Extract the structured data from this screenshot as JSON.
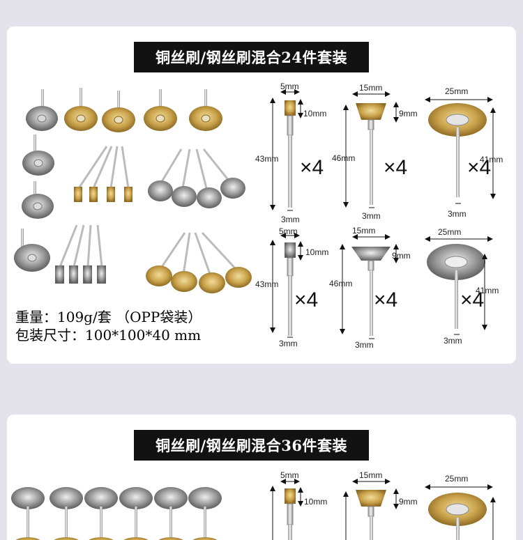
{
  "colors": {
    "page_bg": "#e4e2ea",
    "title_bg": "#121212",
    "brass": "#c9a24a",
    "steel": "#9a9a9a"
  },
  "kit1": {
    "title": "铜丝刷/钢丝刷混合24件套装",
    "spec_weight": "重量：109g/套 （OPP袋装）",
    "spec_size": "包装尺寸：100*100*40 mm",
    "diagrams": [
      {
        "width": "5mm",
        "head": "10mm",
        "length": "43mm",
        "shank": "3mm",
        "qty": "×4"
      },
      {
        "width": "15mm",
        "head": "9mm",
        "length": "46mm",
        "shank": "3mm",
        "qty": "×4"
      },
      {
        "width": "25mm",
        "length": "41mm",
        "shank": "3mm",
        "qty": "×4"
      },
      {
        "width": "5mm",
        "head": "10mm",
        "length": "43mm",
        "shank": "3mm",
        "qty": "×4"
      },
      {
        "width": "15mm",
        "head": "9mm",
        "length": "46mm",
        "shank": "3mm",
        "qty": "×4"
      },
      {
        "width": "25mm",
        "length": "41mm",
        "shank": "3mm",
        "qty": "×4"
      }
    ]
  },
  "kit2": {
    "title": "铜丝刷/钢丝刷混合36件套装",
    "diagrams": [
      {
        "width": "5mm",
        "head": "10mm"
      },
      {
        "width": "15mm",
        "head": "9mm"
      },
      {
        "width": "25mm"
      }
    ]
  }
}
